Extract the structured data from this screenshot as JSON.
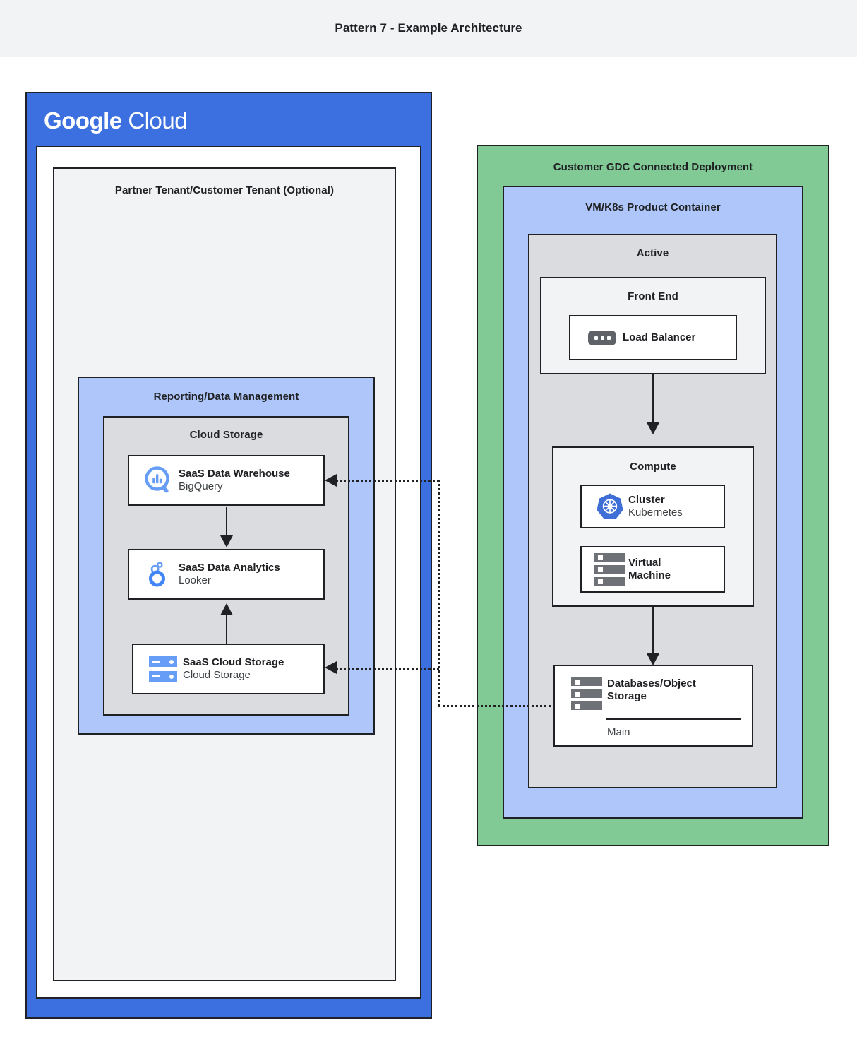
{
  "page": {
    "title": "Pattern 7 - Example Architecture"
  },
  "colors": {
    "gcp_blue": "#3c6fe0",
    "light_blue": "#aec6fa",
    "green": "#81c995",
    "grey": "#dadce0",
    "light_grey": "#f1f3f4",
    "icon_blue": "#669df6",
    "icon_grey": "#5f6368",
    "kubernetes_blue": "#3f6fd6",
    "stroke": "#202124"
  },
  "left_panel": {
    "brand_bold": "Google",
    "brand_light": "Cloud",
    "tenant_label": "Partner Tenant/Customer Tenant (Optional)",
    "reporting_label": "Reporting/Data Management",
    "cloud_storage_label": "Cloud Storage",
    "nodes": [
      {
        "icon": "bigquery-icon",
        "primary": "SaaS Data Warehouse",
        "secondary": "BigQuery"
      },
      {
        "icon": "looker-icon",
        "primary": "SaaS Data Analytics",
        "secondary": "Looker"
      },
      {
        "icon": "cloud-storage-icon",
        "primary": "SaaS Cloud Storage",
        "secondary": "Cloud Storage"
      }
    ]
  },
  "right_panel": {
    "deployment_label": "Customer GDC Connected Deployment",
    "product_container_label": "VM/K8s Product Container",
    "active_label": "Active",
    "front_end_label": "Front End",
    "compute_label": "Compute",
    "nodes": {
      "load_balancer": {
        "icon": "load-balancer-icon",
        "primary": "Load Balancer",
        "secondary": ""
      },
      "cluster": {
        "icon": "kubernetes-icon",
        "primary": "Cluster",
        "secondary": "Kubernetes"
      },
      "virtual_machine": {
        "icon": "virtual-machine-icon",
        "primary_line1": "Virtual",
        "primary_line2": "Machine"
      },
      "database": {
        "icon": "database-icon",
        "primary_line1": "Databases/Object",
        "primary_line2": "Storage",
        "footer": "Main"
      }
    }
  },
  "connectors": [
    {
      "name": "db-to-bigquery",
      "style": "dotted",
      "direction": "left"
    },
    {
      "name": "db-to-cloud-storage",
      "style": "dotted",
      "direction": "left"
    },
    {
      "name": "bigquery-to-looker",
      "style": "solid",
      "direction": "down"
    },
    {
      "name": "cloud-storage-to-looker",
      "style": "solid",
      "direction": "up"
    },
    {
      "name": "load-balancer-to-compute",
      "style": "solid",
      "direction": "down"
    },
    {
      "name": "compute-to-database",
      "style": "solid",
      "direction": "down"
    }
  ]
}
